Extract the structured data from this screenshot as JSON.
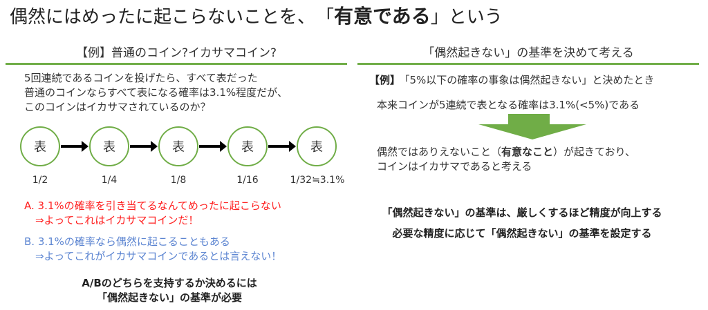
{
  "title": {
    "prefix": "偶然にはめったに起こらないことを、",
    "bracket_open": "「",
    "emphasis": "有意である",
    "bracket_close": "」",
    "suffix": "という"
  },
  "left": {
    "header": "【例】普通のコイン?イカサマコイン?",
    "intro": [
      "5回連続であるコインを投げたら、すべて表だった",
      "普通のコインならすべて表になる確率は3.1%程度だが、",
      "このコインはイカサマされているのか？"
    ],
    "coins": [
      {
        "label": "表",
        "prob": "1/2"
      },
      {
        "label": "表",
        "prob": "1/4"
      },
      {
        "label": "表",
        "prob": "1/8"
      },
      {
        "label": "表",
        "prob": "1/16"
      },
      {
        "label": "表",
        "prob": "1/32≒3.1%"
      }
    ],
    "option_a": [
      "A.  3.1%の確率を引き当てるなんてめったに起こらない",
      "⇒よってこれはイカサマコインだ！"
    ],
    "option_b": [
      "B.  3.1%の確率なら偶然に起こることもある",
      "⇒よってこれがイカサマコインであるとは言えない！"
    ],
    "conclusion": [
      "A/Bのどちらを支持するか決めるには",
      "「偶然起きない」の基準が必要"
    ]
  },
  "right": {
    "header": "「偶然起きない」の基準を決めて考える",
    "example_tag": "【例】",
    "example": "「5%以下の確率の事象は偶然起きない」と決めたとき",
    "premise": "本来コインが5連続で表となる確率は3.1%(<5%)である",
    "result_pre": "偶然ではありえないこと（",
    "result_bold": "有意なこと",
    "result_post": "）が起きており、",
    "result_line2": "コインはイカサマであると考える",
    "summary": [
      "「偶然起きない」の基準は、厳しくするほど精度が向上する",
      "必要な精度に応じて「偶然起きない」の基準を設定する"
    ]
  },
  "colors": {
    "accent": "#70ad47",
    "option_a": "#ff2020",
    "option_b": "#5b84d1"
  }
}
